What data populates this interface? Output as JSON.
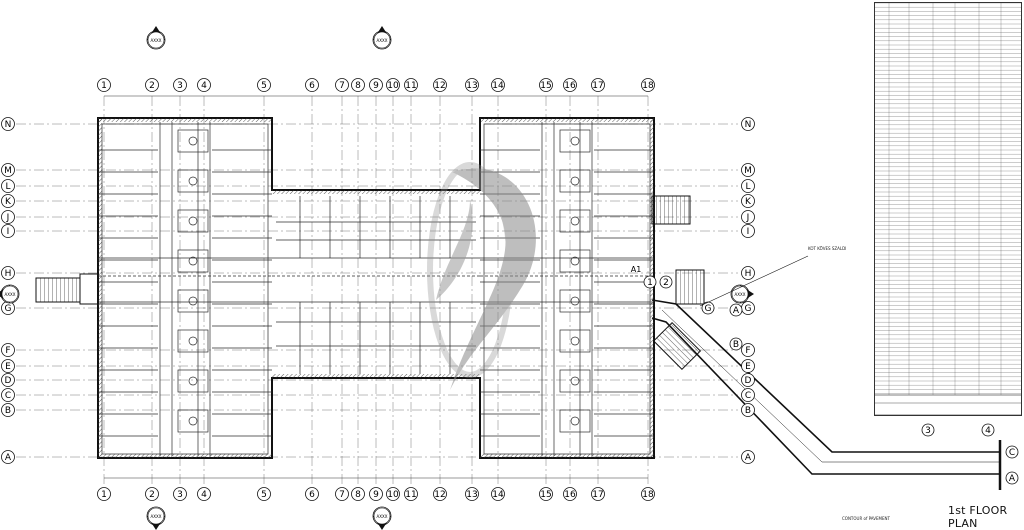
{
  "drawing": {
    "title": "1st FLOOR PLAN",
    "grid_columns": [
      "1",
      "2",
      "3",
      "4",
      "5",
      "6",
      "7",
      "8",
      "9",
      "10",
      "11",
      "12",
      "13",
      "14",
      "15",
      "16",
      "17",
      "18"
    ],
    "grid_rows": [
      "N",
      "M",
      "L",
      "K",
      "J",
      "I",
      "H",
      "G",
      "F",
      "E",
      "D",
      "C",
      "B",
      "A"
    ],
    "section_marker": "AXXX",
    "annotation_note": "KOT KÖVES SZALDI",
    "link_labels": {
      "col_a": "A",
      "col_b": "B",
      "col_c": "C",
      "col_g": "G",
      "row_1": "1",
      "row_2": "2",
      "row_3": "3",
      "row_4": "4",
      "node_a1": "A1"
    },
    "contour_label": "CONTOUR of PAVEMENT"
  },
  "colors": {
    "line": "#2b2b2b",
    "wall": "#111111",
    "watermark": "#8a8a8a"
  }
}
